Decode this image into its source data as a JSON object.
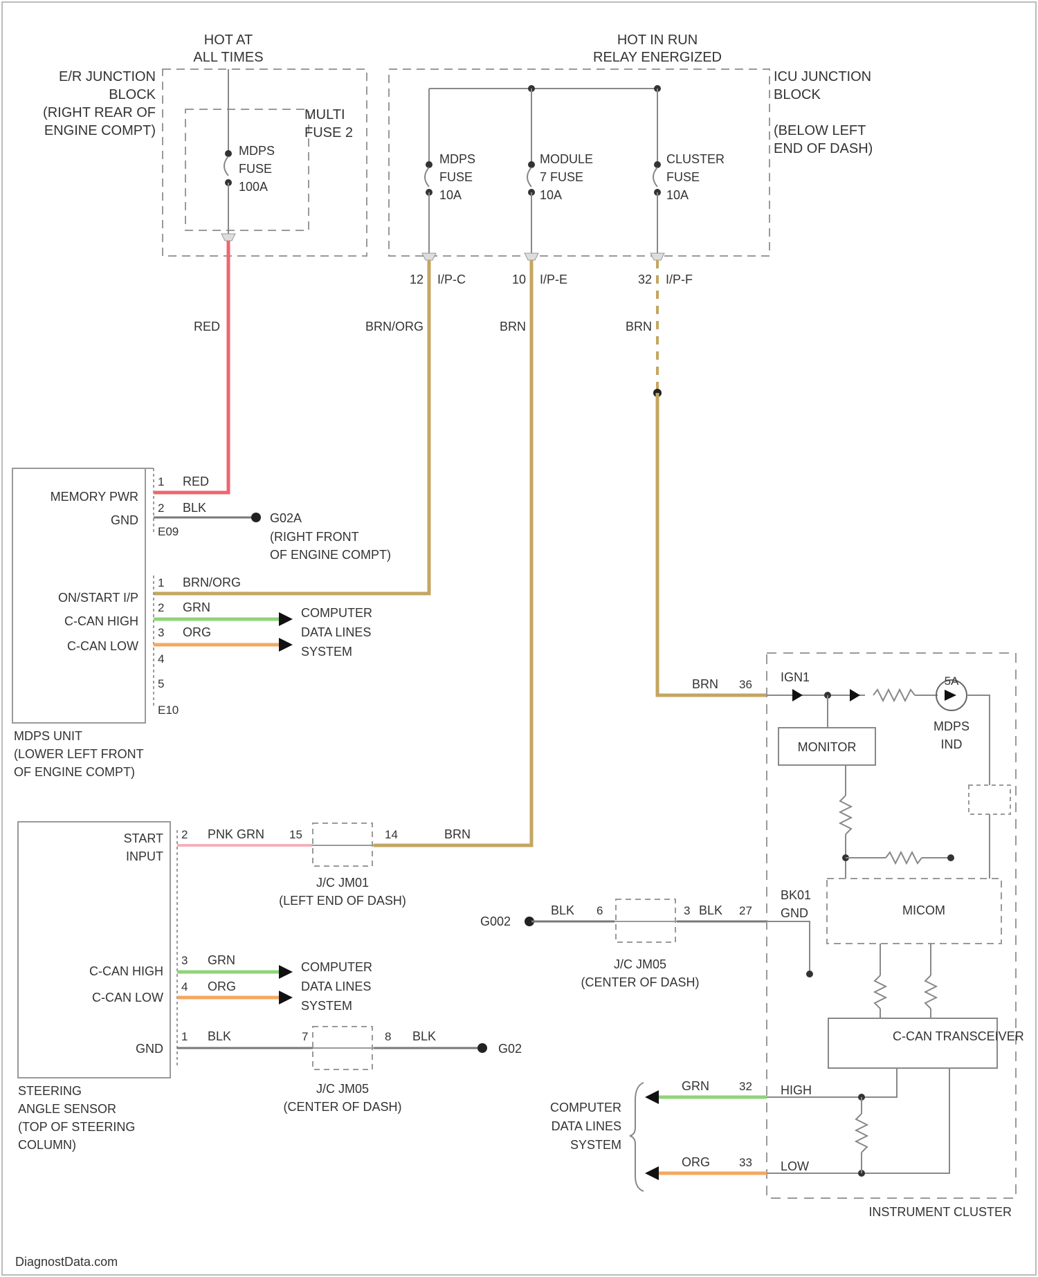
{
  "colors": {
    "wire_red": "#ef6470",
    "wire_brn": "#c4a662",
    "wire_grn": "#8fd479",
    "wire_org": "#f4a862",
    "wire_pnk": "#f2b2bc",
    "wire_gray": "#777777"
  },
  "power": {
    "hot_at_all_times": [
      "HOT AT",
      "ALL TIMES"
    ],
    "hot_in_run": [
      "HOT IN RUN",
      "RELAY ENERGIZED"
    ]
  },
  "blocks": {
    "er_junction": [
      "E/R JUNCTION",
      "BLOCK",
      "(RIGHT REAR OF",
      "ENGINE COMPT)"
    ],
    "multi_fuse": [
      "MULTI",
      "FUSE 2"
    ],
    "mdps_fuse_100": [
      "MDPS",
      "FUSE",
      "100A"
    ],
    "icu_junction": [
      "ICU JUNCTION",
      "BLOCK",
      "(BELOW LEFT",
      "END OF DASH)"
    ],
    "mdps_fuse_10": [
      "MDPS",
      "FUSE",
      "10A"
    ],
    "module7_fuse": [
      "MODULE",
      "7 FUSE",
      "10A"
    ],
    "cluster_fuse": [
      "CLUSTER",
      "FUSE",
      "10A"
    ]
  },
  "connectors": {
    "ipc": [
      "12",
      "I/P-C"
    ],
    "ipe": [
      "10",
      "I/P-E"
    ],
    "ipf": [
      "32",
      "I/P-F"
    ]
  },
  "wire_labels": {
    "red": "RED",
    "brn_org": "BRN/ORG",
    "brn": "BRN",
    "blk": "BLK",
    "grn": "GRN",
    "org": "ORG",
    "pnk_grn": "PNK GRN"
  },
  "mdps_unit": {
    "pins": {
      "memory_pwr": "MEMORY PWR",
      "gnd": "GND",
      "on_start_ip": "ON/START I/P",
      "ccan_high": "C-CAN HIGH",
      "ccan_low": "C-CAN LOW"
    },
    "pin_numbers": [
      "1",
      "2",
      "1",
      "2",
      "3",
      "4",
      "5"
    ],
    "connector_tags": [
      "E09",
      "E10"
    ],
    "ground": [
      "G02A",
      "(RIGHT FRONT",
      "OF ENGINE COMPT)"
    ],
    "name": [
      "MDPS UNIT",
      "(LOWER LEFT FRONT",
      "OF ENGINE COMPT)"
    ]
  },
  "computer_data_lines": [
    "COMPUTER",
    "DATA LINES",
    "SYSTEM"
  ],
  "steering_sensor": {
    "pins": {
      "start_input": [
        "START",
        "INPUT"
      ],
      "ccan_high": "C-CAN HIGH",
      "ccan_low": "C-CAN LOW",
      "gnd": "GND"
    },
    "pin_numbers": [
      "2",
      "3",
      "4",
      "1"
    ],
    "name": [
      "STEERING",
      "ANGLE SENSOR",
      "(TOP OF STEERING",
      "COLUMN)"
    ]
  },
  "joints": {
    "jm01": {
      "pins": [
        "15",
        "14"
      ],
      "name": [
        "J/C JM01",
        "(LEFT END OF DASH)"
      ]
    },
    "jm05_lower": {
      "pins": [
        "7",
        "8"
      ],
      "name": [
        "J/C JM05",
        "(CENTER OF DASH)"
      ]
    },
    "jm05_upper": {
      "pins": [
        "6",
        "3"
      ],
      "name": [
        "J/C JM05",
        "(CENTER OF DASH)"
      ]
    }
  },
  "grounds": {
    "g02_lower": "G02",
    "g02_middle": "G002"
  },
  "instrument_cluster": {
    "pin_labels": [
      "IGN1",
      "BK01",
      "GND"
    ],
    "pin_numbers": [
      "36",
      "27",
      "32",
      "33"
    ],
    "monitor": "MONITOR",
    "micom": "MICOM",
    "ccan_transceiver": "C-CAN TRANSCEIVER",
    "high": "HIGH",
    "low": "LOW",
    "indicator_symbol": "5A",
    "mdps_ind": [
      "MDPS",
      "IND"
    ],
    "name": "INSTRUMENT CLUSTER"
  },
  "watermark": "DiagnostData.com"
}
